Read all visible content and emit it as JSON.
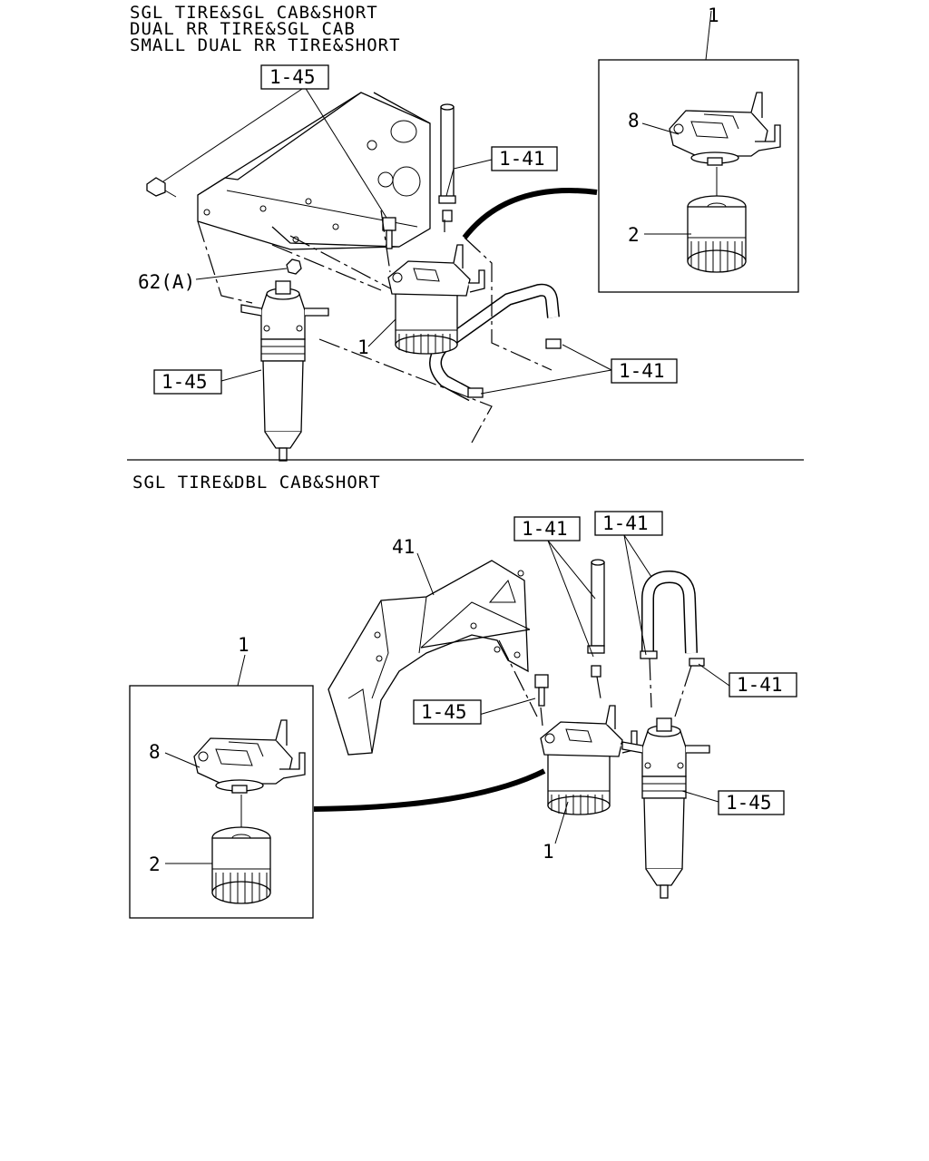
{
  "top": {
    "header": [
      "SGL TIRE&SGL CAB&SHORT",
      "DUAL RR TIRE&SGL CAB",
      "SMALL DUAL RR TIRE&SHORT"
    ],
    "refs": {
      "bracket_ref": "1-45",
      "hose_ref": "1-41",
      "hose_clamp_ref": "1-41",
      "separator_ref": "1-45"
    },
    "labels": {
      "nut": "62(A)",
      "filter_assembly": "1",
      "detail_assembly": "1",
      "detail_head": "8",
      "detail_element": "2"
    }
  },
  "bottom": {
    "header": "SGL TIRE&DBL CAB&SHORT",
    "refs": {
      "hose_ref_a": "1-41",
      "hose_ref_b": "1-41",
      "hose_ref_c": "1-41",
      "bolt_ref": "1-45",
      "separator_ref": "1-45"
    },
    "labels": {
      "bracket": "41",
      "filter_assembly": "1",
      "detail_assembly": "1",
      "detail_head": "8",
      "detail_element": "2"
    }
  }
}
